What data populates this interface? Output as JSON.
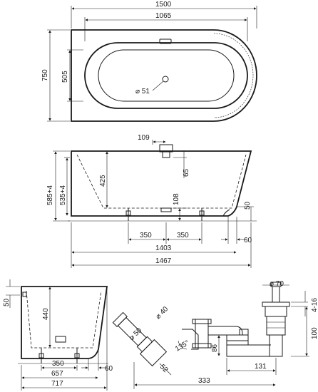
{
  "top_view": {
    "width": "1500",
    "inner_length": "1065",
    "depth": "750",
    "inner_width": "505",
    "drain_diameter": "⌀ 51"
  },
  "side_view": {
    "overflow_offset": "109",
    "overflow_height": "65",
    "height": "585+4",
    "height_inner": "535+4",
    "inner_depth": "425",
    "drain_height": "108",
    "plinth_height": "50",
    "leg_spacing_left": "350",
    "leg_spacing_right": "350",
    "length_inner": "1403",
    "length_total": "1467",
    "plinth_offset": "60"
  },
  "end_view": {
    "rim_height": "50",
    "inner_depth": "440",
    "leg_spacing": "350",
    "length_inner": "657",
    "length_total": "717",
    "plinth_offset": "60"
  },
  "waste_detail": {
    "pipe_diameter_40": "⌀ 40",
    "pipe_diameter_50": "⌀ 50",
    "angle": "135°",
    "outlet_size": "52",
    "trap_height": "86",
    "trap_offset": "131",
    "total_length": "333",
    "plug_diameter": "⌀ 70",
    "plug_adjust": "4-16",
    "plug_height": "100"
  }
}
